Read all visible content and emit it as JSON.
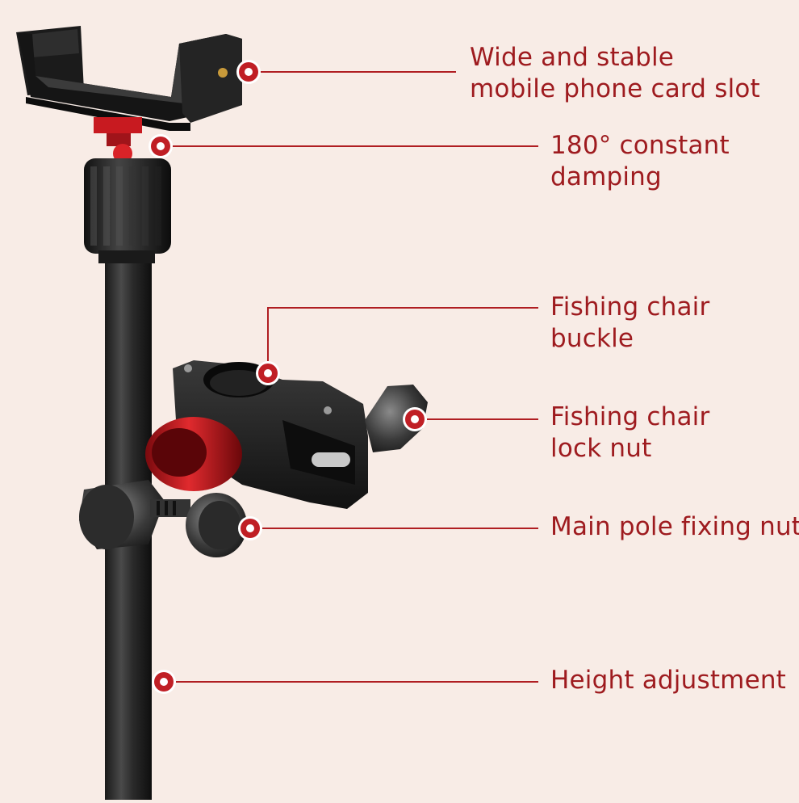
{
  "accent_color": "#b01e22",
  "background_color": "#f8ece6",
  "callouts": [
    {
      "id": "card-slot",
      "lines": [
        "Wide and stable",
        "mobile phone card slot"
      ]
    },
    {
      "id": "damping",
      "lines": [
        "180° constant",
        "damping"
      ]
    },
    {
      "id": "buckle",
      "lines": [
        "Fishing chair",
        "buckle"
      ]
    },
    {
      "id": "lock-nut",
      "lines": [
        "Fishing chair",
        "lock nut"
      ]
    },
    {
      "id": "main-nut",
      "lines": [
        "Main pole fixing nut"
      ]
    },
    {
      "id": "height",
      "lines": [
        "Height adjustment"
      ]
    }
  ]
}
